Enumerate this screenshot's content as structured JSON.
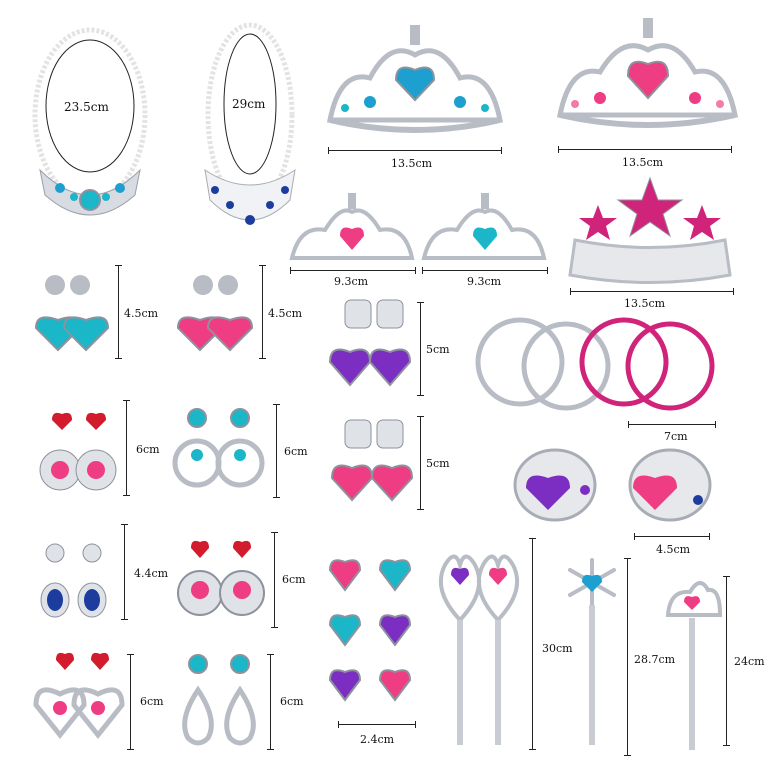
{
  "colors": {
    "silver": "#c9ccd3",
    "silver_dark": "#8d929c",
    "blue": "#1d9fd0",
    "pink": "#ef3d83",
    "magenta": "#d0247a",
    "purple": "#7d2ec2",
    "navy": "#1c3d9e",
    "red": "#d21c2e",
    "teal": "#1bb7c9"
  },
  "measurements": {
    "necklace_1": "23.5cm",
    "necklace_2": "29cm",
    "tiara_blue": "13.5cm",
    "tiara_pink": "13.5cm",
    "mini_tiara_1": "9.3cm",
    "mini_tiara_2": "9.3cm",
    "star_tiara": "13.5cm",
    "earring_blue_hearts": "4.5cm",
    "earring_pink_hearts": "4.5cm",
    "clip_purple": "5cm",
    "earring_red_pink": "6cm",
    "earring_teal_hoop": "6cm",
    "clip_pink": "5cm",
    "bangles": "7cm",
    "bracelets": "4.5cm",
    "earring_navy": "4.4cm",
    "earring_red_ring": "6cm",
    "earring_heart_frame": "6cm",
    "earring_teal_teardrop": "6cm",
    "rings": "2.4cm",
    "heart_wands": "30cm",
    "snowflake_wand": "28.7cm",
    "crown_wand": "24cm"
  }
}
